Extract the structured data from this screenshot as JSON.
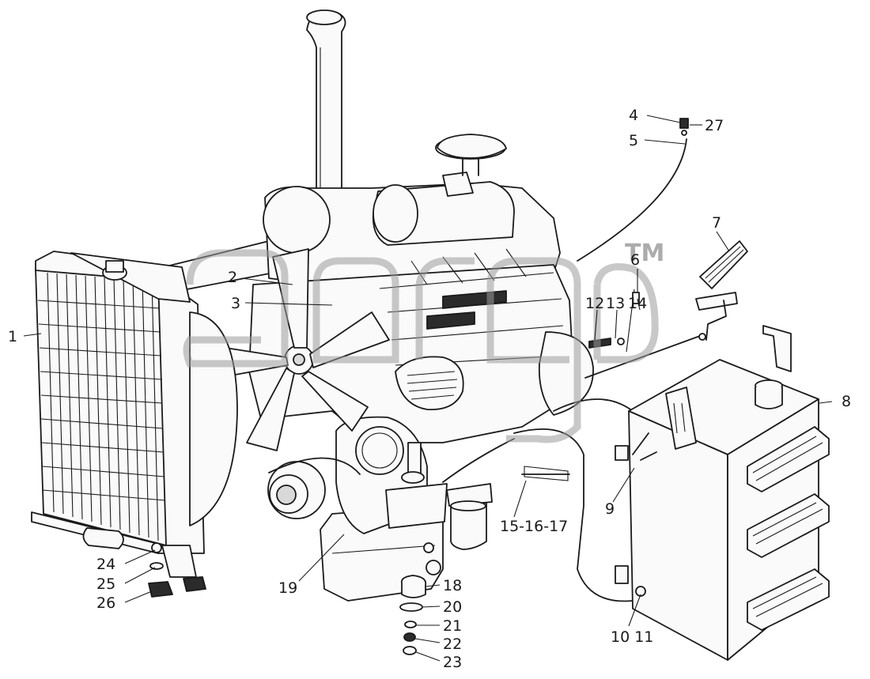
{
  "diagram": {
    "watermark_mark": "TM",
    "callouts": {
      "c1": "1",
      "c2": "2",
      "c3": "3",
      "c4": "4",
      "c5": "5",
      "c6": "6",
      "c7": "7",
      "c8": "8",
      "c9": "9",
      "c1011": "10 11",
      "c12": "12",
      "c13": "13",
      "c14": "14",
      "c151617": "15-16-17",
      "c18": "18",
      "c19": "19",
      "c20": "20",
      "c21": "21",
      "c22": "22",
      "c23": "23",
      "c24": "24",
      "c25": "25",
      "c26": "26",
      "c27": "27"
    }
  }
}
